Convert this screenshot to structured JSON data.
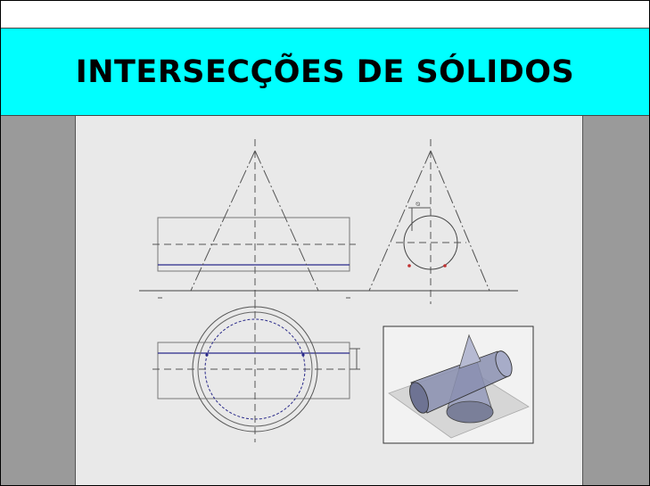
{
  "slide": {
    "title": "INTERSECÇÕES DE SÓLIDOS"
  },
  "colors": {
    "background": "#9a9a9a",
    "title_bar": "#00ffff",
    "panel": "#e9e9e9",
    "drawing_lines": "#444444",
    "intersection_curve": "#2a2a8a",
    "solid_fill": "#8a8fb0"
  },
  "drawing": {
    "front_view": "cone-and-cylinder-front",
    "side_view": "cone-and-cylinder-side",
    "top_view": "cone-and-cylinder-top",
    "isometric_view": "cone-and-cylinder-3d"
  }
}
